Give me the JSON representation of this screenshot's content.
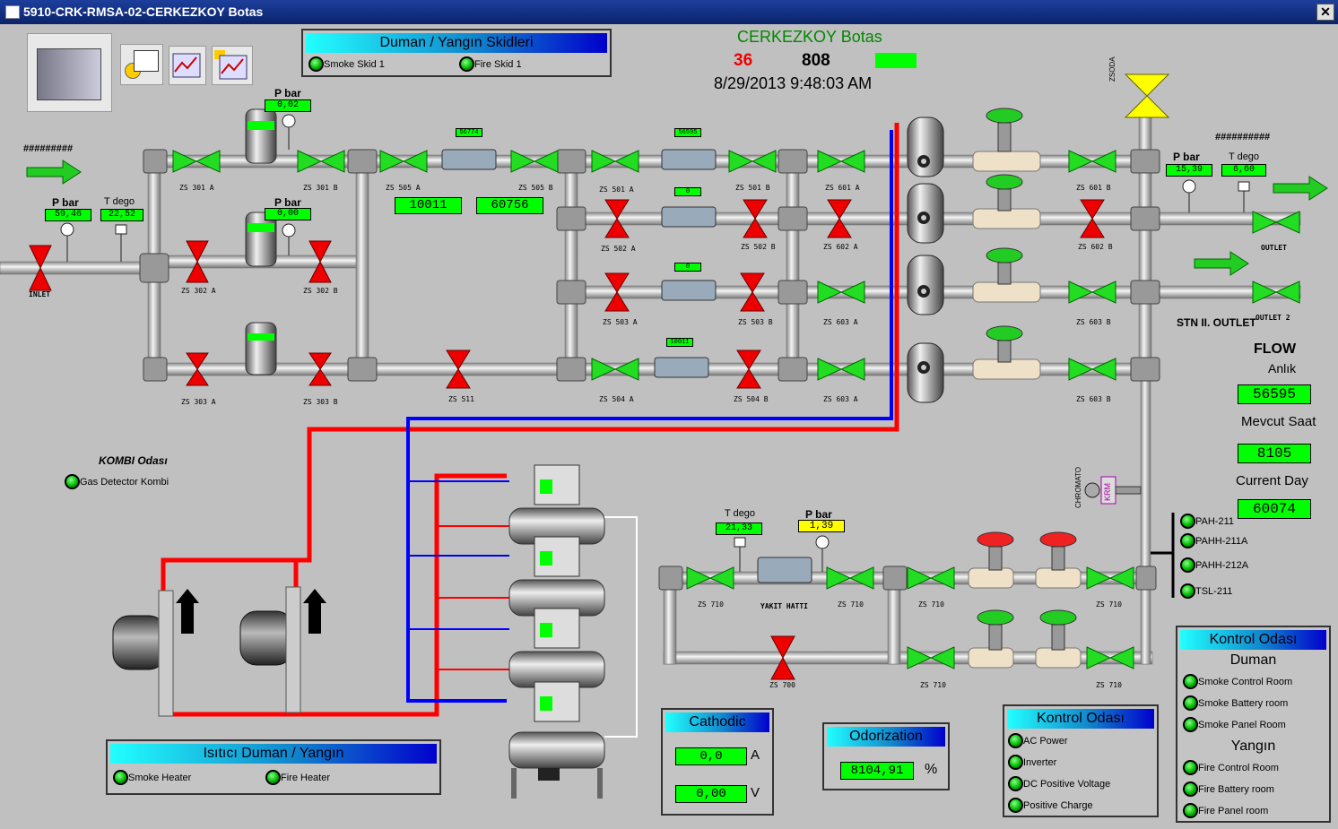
{
  "window": {
    "title": "5910-CRK-RMSA-02-CERKEZKOY Botas",
    "close": "✕"
  },
  "header": {
    "station": "CERKEZKOY Botas",
    "alarm_count": "36",
    "count2": "808",
    "datetime": "8/29/2013 9:48:03 AM"
  },
  "duman_panel": {
    "title": "Duman / Yangın Skidleri",
    "smoke": "Smoke Skid 1",
    "fire": "Fire Skid 1"
  },
  "isitici_panel": {
    "title": "Isıtıcı Duman / Yangın",
    "smoke": "Smoke Heater",
    "fire": "Fire Heater"
  },
  "kombi": {
    "title": "KOMBI Odası",
    "gas": "Gas Detector Kombi"
  },
  "inlet": {
    "hash": "#########",
    "p_label": "P bar",
    "p_value": "59,46",
    "t_label": "T dego",
    "t_value": "22,52",
    "inlet_label": "INLET"
  },
  "skid": {
    "p1_label": "P bar",
    "p1_value": "0,02",
    "p2_label": "P bar",
    "p2_value": "0,00",
    "counter1": "10011",
    "counter2": "60756",
    "meter_vals": [
      "56774",
      "56595",
      "0",
      "0",
      "10011"
    ]
  },
  "outlet": {
    "hash": "##########",
    "p_label": "P bar",
    "p_value": "15,39",
    "t_label": "T dego",
    "t_value": "6,60",
    "outlet1": "OUTLET",
    "outlet2": "OUTLET 2",
    "stn": "STN II. OUTLET",
    "zsoda": "ZSODA"
  },
  "flow": {
    "title": "FLOW",
    "anlik_label": "Anlık",
    "anlik": "56595",
    "mevcut_label": "Mevcut Saat",
    "mevcut": "8105",
    "current_label": "Current Day",
    "current": "60074"
  },
  "fuel": {
    "t_label": "T dego",
    "t_value": "21,33",
    "p_label": "P bar",
    "p_value": "1,39",
    "yakit": "YAKIT HATTI",
    "chromato": "CHROMATO",
    "krm": "KRM"
  },
  "alarms": [
    "PAH-211",
    "PAHH-211A",
    "PAHH-212A",
    "TSL-211"
  ],
  "cathodic": {
    "title": "Cathodic",
    "a_value": "0,0",
    "a_unit": "A",
    "v_value": "0,00",
    "v_unit": "V"
  },
  "odor": {
    "title": "Odorization",
    "value": "8104,91",
    "unit": "%"
  },
  "kontrol1": {
    "title": "Kontrol Odası",
    "items": [
      "AC Power",
      "Inverter",
      "DC Positive Voltage",
      "Positive Charge"
    ]
  },
  "kontrol2": {
    "title": "Kontrol Odası",
    "duman": "Duman",
    "duman_items": [
      "Smoke Control Room",
      "Smoke Battery room",
      "Smoke Panel Room"
    ],
    "yangin": "Yangın",
    "yangin_items": [
      "Fire Control Room",
      "Fire Battery room",
      "Fire Panel room"
    ]
  },
  "valve_tags": {
    "zs301a": "ZS 301 A",
    "zs301b": "ZS 301 B",
    "zs302a": "ZS 302 A",
    "zs302b": "ZS 302 B",
    "zs303a": "ZS 303 A",
    "zs303b": "ZS 303 B",
    "zs505a": "ZS 505 A",
    "zs505b": "ZS 505 B",
    "zs511": "ZS 511",
    "zs501a": "ZS 501 A",
    "zs501b": "ZS 501 B",
    "zs502a": "ZS 502 A",
    "zs502b": "ZS 502 B",
    "zs503a": "ZS 503 A",
    "zs503b": "ZS 503 B",
    "zs504a": "ZS 504 A",
    "zs504b": "ZS 504 B",
    "zs601a": "ZS 601 A",
    "zs601b": "ZS 601 B",
    "zs602a": "ZS 602 A",
    "zs602b": "ZS 602 B",
    "zs603a": "ZS 603 A",
    "zs603b": "ZS 603 B",
    "zs604a": "ZS 603 A",
    "zs604b": "ZS 603 B",
    "zs710a": "ZS 710",
    "zs710b": "ZS 710",
    "zs710c": "ZS 710",
    "zs710d": "ZS 710",
    "zs710e": "ZS 710",
    "zs710f": "ZS 710",
    "zs700": "ZS 700"
  },
  "colors": {
    "accent_green": "#00ff00",
    "alarm_red": "#ff0000",
    "hot_line": "#ff0000",
    "cold_line": "#0000ff",
    "panel_bg": "#c0c0c0"
  }
}
